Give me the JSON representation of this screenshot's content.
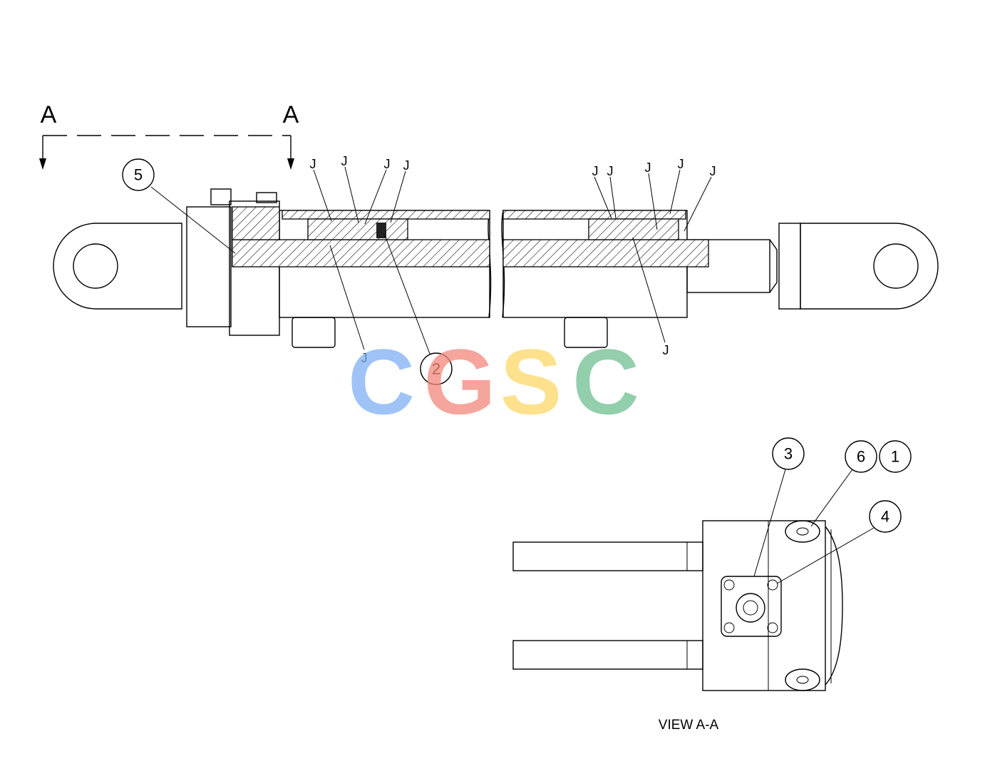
{
  "section_marks": {
    "left": "A",
    "right": "A"
  },
  "callouts": {
    "c1": "1",
    "c2": "2",
    "c3": "3",
    "c4": "4",
    "c5": "5",
    "c6": "6"
  },
  "j_labels": [
    "J",
    "J",
    "J",
    "J",
    "J",
    "J",
    "J",
    "J",
    "J",
    "J",
    "J"
  ],
  "view_label": "VIEW A-A",
  "watermark": {
    "letters": [
      "C",
      "G",
      "S",
      "C"
    ],
    "colors": [
      "#7fb0f5",
      "#f2877b",
      "#fdd866",
      "#6fbf91"
    ]
  }
}
